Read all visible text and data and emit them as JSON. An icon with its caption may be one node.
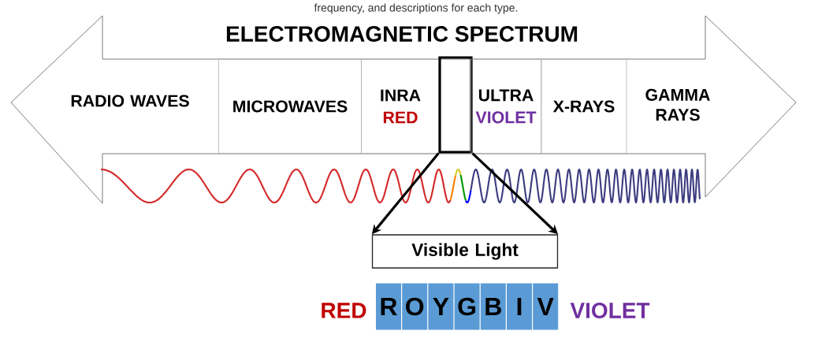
{
  "diagram": {
    "title": "ELECTROMAGNETIC SPECTRUM",
    "nodes": [
      {
        "text": [
          "RADIO WAVES"
        ]
      },
      {
        "text": [
          "MICROWAVES"
        ]
      },
      {
        "text": [
          "INRA",
          "RED"
        ]
      },
      {
        "text": [],
        "shape": "box"
      },
      {
        "text": [
          "ULTRA",
          "VIOLET"
        ]
      },
      {
        "text": [
          "X-RAYS"
        ]
      },
      {
        "text": [
          "GAMMA RAYS"
        ]
      },
      {
        "text": [
          "Visible Light"
        ]
      },
      {
        "text": [
          "R"
        ]
      },
      {
        "text": [
          "O"
        ]
      },
      {
        "text": [
          "Y"
        ]
      },
      {
        "text": [
          "G"
        ]
      },
      {
        "text": [
          "B"
        ]
      },
      {
        "text": [
          "I"
        ]
      },
      {
        "text": [
          "V"
        ]
      }
    ],
    "edges": [
      {
        "from": 3,
        "to": 7,
        "arrow": "to"
      },
      {
        "from": 3,
        "to": 7,
        "arrow": "to"
      }
    ],
    "labels": [
      "frequency, and descriptions for each type.",
      "RED",
      "VIOLET"
    ]
  }
}
